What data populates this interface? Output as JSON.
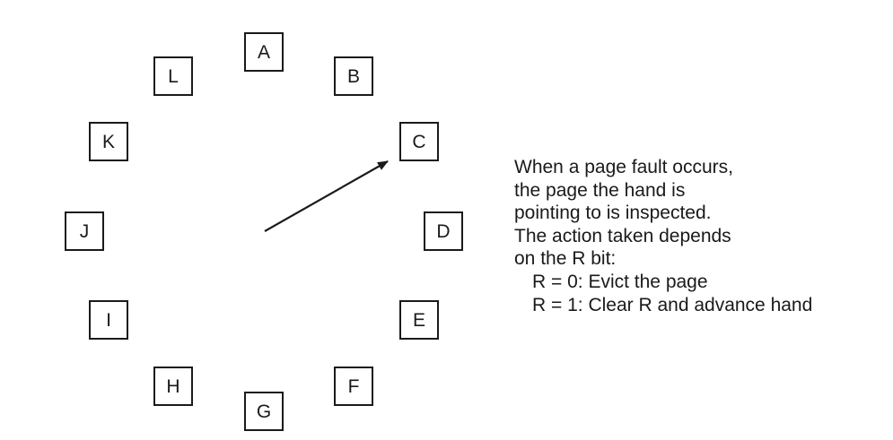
{
  "clock": {
    "pages": [
      "A",
      "B",
      "C",
      "D",
      "E",
      "F",
      "G",
      "H",
      "I",
      "J",
      "K",
      "L"
    ],
    "hand_points_to": "C"
  },
  "explanation": {
    "lines": [
      "When a page fault occurs,",
      "the page the hand is",
      "pointing to is inspected.",
      "The action taken depends",
      "on the R bit:"
    ],
    "rules": [
      "R = 0: Evict the page",
      "R = 1: Clear R and advance hand"
    ]
  }
}
